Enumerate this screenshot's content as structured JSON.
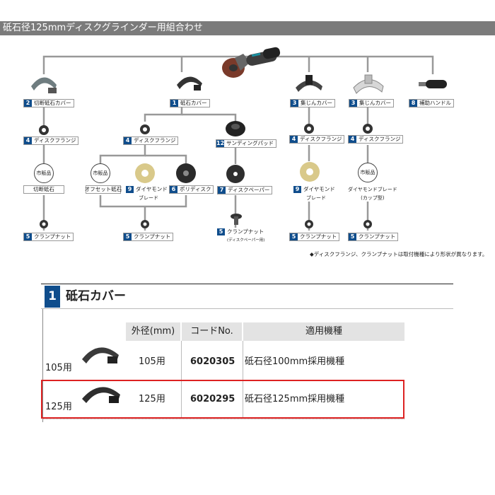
{
  "header": {
    "title": "砥石径125mmディスクグラインダー用組合わせ"
  },
  "labels": {
    "cut_cover": {
      "num": "2",
      "text": "切断砥石カバー"
    },
    "disc_flange_a": {
      "num": "4",
      "text": "ディスクフランジ"
    },
    "cut_wheel": {
      "text": "切断砥石"
    },
    "clamp_nut_a": {
      "num": "5",
      "text": "クランプナット"
    },
    "wheel_cover": {
      "num": "1",
      "text": "砥石カバー"
    },
    "disc_flange_b": {
      "num": "4",
      "text": "ディスクフランジ"
    },
    "offset_wheel": {
      "text": "オフセット砥石"
    },
    "diamond_blade_a": {
      "num": "9",
      "text": "ダイヤモンド",
      "text2": "ブレード"
    },
    "poly_disc": {
      "num": "6",
      "text": "ポリディスク"
    },
    "clamp_nut_b": {
      "num": "5",
      "text": "クランプナット"
    },
    "sanding_pad": {
      "num": "12",
      "text": "サンディングパッド"
    },
    "disc_paper": {
      "num": "7",
      "text": "ディスクペーパー"
    },
    "clamp_nut_c": {
      "num": "5",
      "text": "クランプナット",
      "text2": "(ディスクペーパー用)"
    },
    "dust_cover_a": {
      "num": "3",
      "text": "集じんカバー"
    },
    "disc_flange_c": {
      "num": "4",
      "text": "ディスクフランジ"
    },
    "diamond_blade_b": {
      "num": "9",
      "text": "ダイヤモンド",
      "text2": "ブレード"
    },
    "clamp_nut_d": {
      "num": "5",
      "text": "クランプナット"
    },
    "dust_cover_b": {
      "num": "3",
      "text": "集じんカバー"
    },
    "disc_flange_d": {
      "num": "4",
      "text": "ディスクフランジ"
    },
    "diamond_cup": {
      "text": "ダイヤモンドブレード",
      "text2": "(カップ型)"
    },
    "clamp_nut_e": {
      "num": "5",
      "text": "クランプナット"
    },
    "aux_handle": {
      "num": "8",
      "text": "補助ハンドル"
    },
    "shihan": "市販品"
  },
  "note": "◆ディスクフランジ、クランプナットは取付機種により形状が異なります。",
  "section": {
    "number": "1",
    "title": "砥石カバー",
    "columns": [
      "外径(mm)",
      "コードNo.",
      "適用機種"
    ],
    "rows": [
      {
        "side_label": "105用",
        "size": "105用",
        "code": "6020305",
        "models": "砥石径100mm採用機種"
      },
      {
        "side_label": "125用",
        "size": "125用",
        "code": "6020295",
        "models": "砥石径125mm採用機種"
      }
    ]
  }
}
